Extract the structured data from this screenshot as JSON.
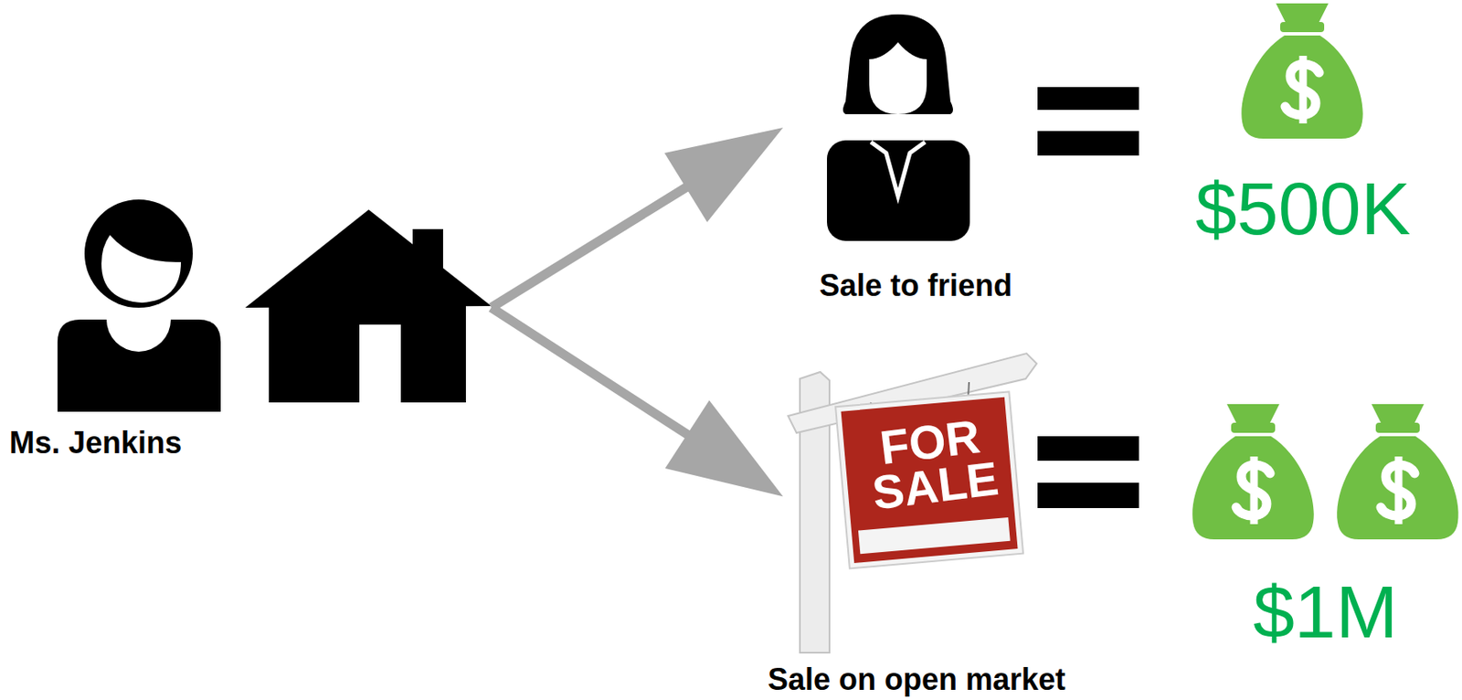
{
  "diagram": {
    "nodes": [
      {
        "text": [
          "Ms. Jenkins"
        ]
      },
      {
        "text": [
          "Sale to friend"
        ]
      },
      {
        "text": [
          "FOR SALE",
          "Sale on open market"
        ]
      },
      {
        "text": [
          "$500K"
        ]
      },
      {
        "text": [
          "$1M"
        ]
      }
    ],
    "edges": [
      {
        "from": 0,
        "to": 1,
        "arrow": "to"
      },
      {
        "from": 0,
        "to": 2,
        "arrow": "to"
      }
    ]
  }
}
